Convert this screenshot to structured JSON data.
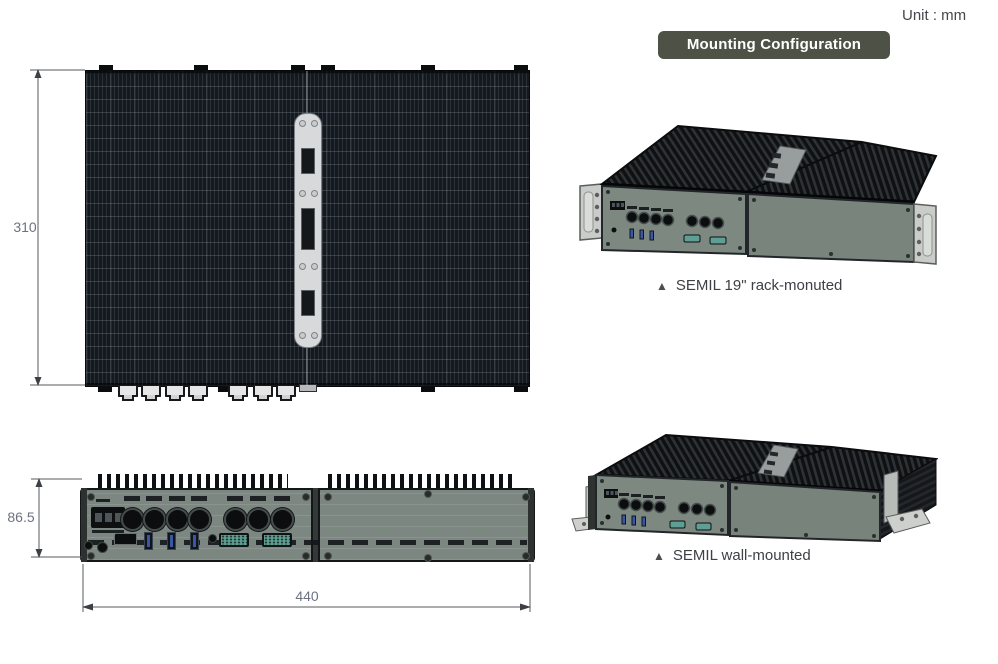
{
  "page": {
    "unit_label": "Unit : mm"
  },
  "mounting": {
    "badge_label": "Mounting Configuration",
    "items": [
      {
        "marker": "▲",
        "caption": "SEMIL 19\" rack-monuted"
      },
      {
        "marker": "▲",
        "caption": "SEMIL wall-mounted"
      }
    ]
  },
  "dimensions": {
    "top_view_height_mm": "310",
    "front_view_height_mm": "86.5",
    "front_view_width_mm": "440"
  },
  "colors": {
    "badge_background": "#4d5146",
    "badge_text": "#ffffff",
    "chassis_panel": "#7d8881",
    "chassis_dark": "#15191e",
    "dimension_text": "#6b7280",
    "caption_text": "#3d4045",
    "usb_port_blue": "#3a57a5",
    "serial_port_teal": "#5f9e92",
    "mount_bracket_gray": "#c9ccc9"
  }
}
